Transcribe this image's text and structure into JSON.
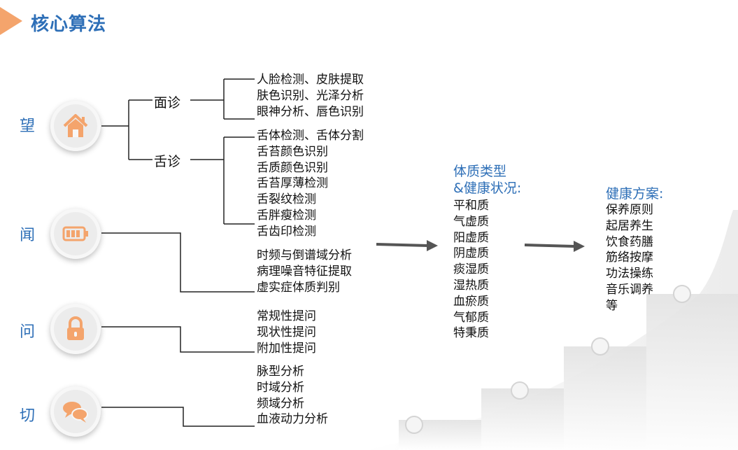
{
  "header": {
    "title": "核心算法"
  },
  "methods": [
    {
      "char": "望",
      "icon": "home-icon"
    },
    {
      "char": "闻",
      "icon": "battery-icon"
    },
    {
      "char": "问",
      "icon": "lock-icon"
    },
    {
      "char": "切",
      "icon": "chat-bubbles-icon"
    }
  ],
  "wang": {
    "mianzhen": {
      "label": "面诊",
      "items": [
        "人脸检测、皮肤提取",
        "肤色识别、光泽分析",
        "眼神分析、唇色识别"
      ]
    },
    "shezhen": {
      "label": "舌诊",
      "items": [
        "舌体检测、舌体分割",
        "舌苔颜色识别",
        "舌质颜色识别",
        "舌苔厚薄检测",
        "舌裂纹检测",
        "舌胖瘦检测",
        "舌齿印检测"
      ]
    }
  },
  "wen_listen": {
    "items": [
      "时频与倒谱域分析",
      "病理噪音特征提取",
      "虚实症体质判别"
    ]
  },
  "wen_ask": {
    "items": [
      "常规性提问",
      "现状性提问",
      "附加性提问"
    ]
  },
  "qie": {
    "items": [
      "脉型分析",
      "时域分析",
      "频域分析",
      "血液动力分析"
    ]
  },
  "constitution": {
    "heading": [
      "体质类型",
      "&健康状况:"
    ],
    "items": [
      "平和质",
      "气虚质",
      "阳虚质",
      "阴虚质",
      "痰湿质",
      "湿热质",
      "血瘀质",
      "气郁质",
      "特秉质"
    ]
  },
  "plan": {
    "heading": "健康方案:",
    "items": [
      "保养原则",
      "起居养生",
      "饮食药膳",
      "筋络按摩",
      "功法操练",
      "音乐调养",
      "等"
    ]
  },
  "colors": {
    "accent": "#2e6fb7",
    "orange": "#f4a46c"
  }
}
